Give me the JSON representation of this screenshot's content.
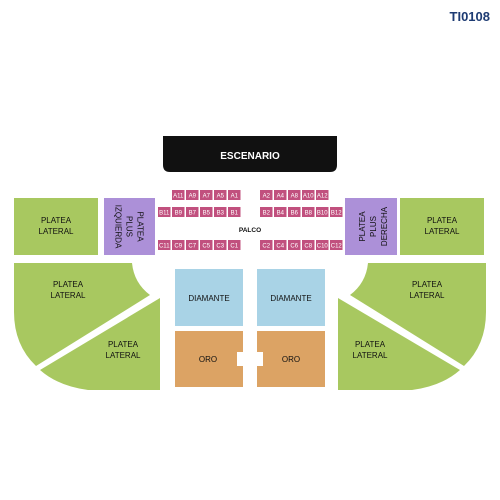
{
  "map_code": "TI0108",
  "colors": {
    "stage": "#111111",
    "lateral": "#a8c860",
    "plus": "#ac90d8",
    "box": "#c1507e",
    "diamante": "#a9d3e6",
    "oro": "#dca364",
    "separator": "#ffffff"
  },
  "stage": {
    "label": "ESCENARIO"
  },
  "palco": {
    "label": "PALCO"
  },
  "platea_plus_left": {
    "lines": [
      "PLATEA",
      "PLUS",
      "IZQUIERDA"
    ]
  },
  "platea_plus_right": {
    "lines": [
      "PLATEA",
      "PLUS",
      "DERECHA"
    ]
  },
  "lateral_label": [
    "PLATEA",
    "LATERAL"
  ],
  "diamante_label": "DIAMANTE",
  "oro_label": "ORO",
  "boxes_left": {
    "row_a": [
      "A11",
      "A9",
      "A7",
      "A5",
      "A1"
    ],
    "row_b": [
      "B11",
      "B9",
      "B7",
      "B5",
      "B3",
      "B1"
    ],
    "row_c": [
      "C11",
      "C9",
      "C7",
      "C5",
      "C3",
      "C1"
    ]
  },
  "boxes_right": {
    "row_a": [
      "A2",
      "A4",
      "A8",
      "A10",
      "A12"
    ],
    "row_b": [
      "B2",
      "B4",
      "B6",
      "B8",
      "B10",
      "B12"
    ],
    "row_c": [
      "C2",
      "C4",
      "C6",
      "C8",
      "C10",
      "C12"
    ]
  }
}
